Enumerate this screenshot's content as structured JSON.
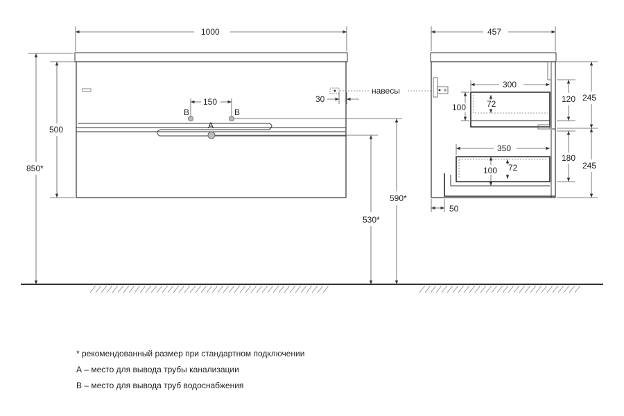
{
  "front_view": {
    "width_label": "1000",
    "height_label": "850*",
    "body_height_label": "500",
    "hole_spacing_label": "150",
    "hole_b_left": "B",
    "hole_b_right": "B",
    "hole_a": "A",
    "hanger_offset_label": "30",
    "hangers_label": "навесы",
    "drain_height_label": "530*",
    "supply_height_label": "590*"
  },
  "side_view": {
    "depth_label": "457",
    "upper_drawer_depth_label": "300",
    "upper_drawer_left_label": "100",
    "upper_drawer_inner_label": "72",
    "upper_drawer_height_label": "120",
    "upper_section_label": "245",
    "lower_drawer_depth_label": "350",
    "lower_drawer_inner_label": "72",
    "lower_drawer_left_label": "100",
    "lower_drawer_height_label": "180",
    "lower_section_label": "245",
    "foot_offset_label": "50"
  },
  "notes": [
    "* рекомендованный размер при стандартном подключении",
    "А – место для вывода трубы канализации",
    "В – место для вывода труб водоснабжения"
  ]
}
